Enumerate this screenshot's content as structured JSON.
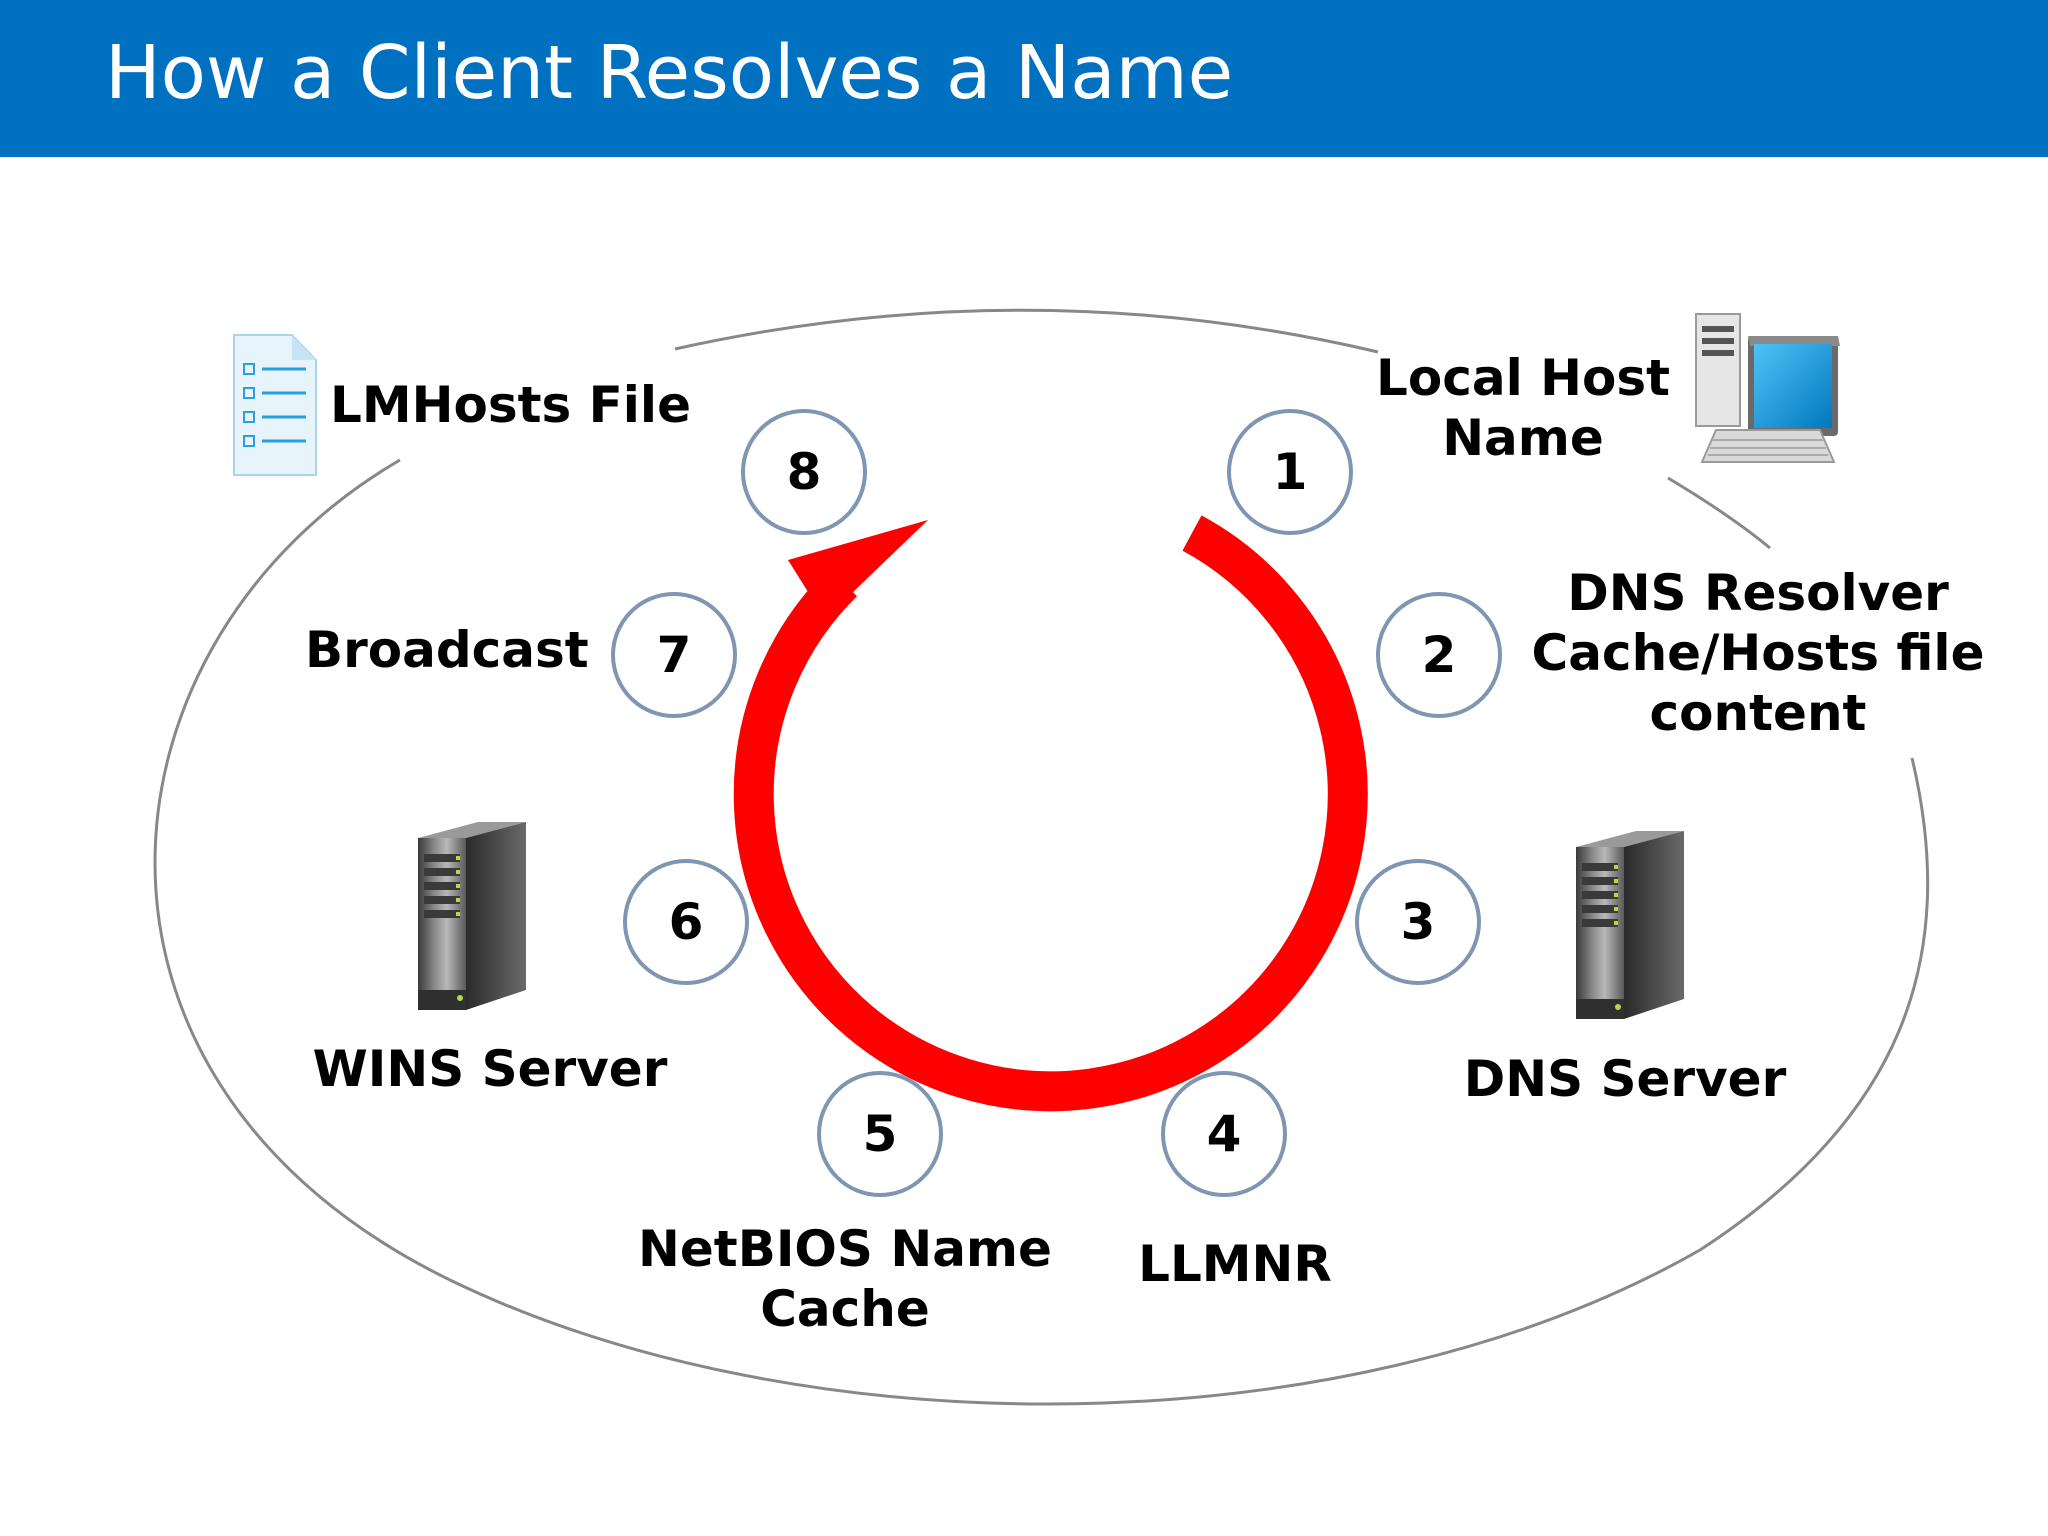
{
  "header": {
    "title": "How a Client Resolves a Name",
    "background": "#0070c0"
  },
  "colors": {
    "arrow": "#ff0000",
    "step_border": "#7f96b3",
    "ellipse": "#888888"
  },
  "steps": [
    {
      "number": "1",
      "label_lines": [
        "Local Host",
        "Name"
      ],
      "icon": "desktop-computer-icon"
    },
    {
      "number": "2",
      "label_lines": [
        "DNS Resolver",
        "Cache/Hosts file",
        "content"
      ]
    },
    {
      "number": "3",
      "label_lines": [
        "DNS Server"
      ],
      "icon": "server-tower-icon"
    },
    {
      "number": "4",
      "label_lines": [
        "LLMNR"
      ]
    },
    {
      "number": "5",
      "label_lines": [
        "NetBIOS Name",
        "Cache"
      ]
    },
    {
      "number": "6",
      "label_lines": [
        "WINS Server"
      ],
      "icon": "server-tower-icon"
    },
    {
      "number": "7",
      "label_lines": [
        "Broadcast"
      ]
    },
    {
      "number": "8",
      "label_lines": [
        "LMHosts File"
      ],
      "icon": "document-list-icon"
    }
  ]
}
